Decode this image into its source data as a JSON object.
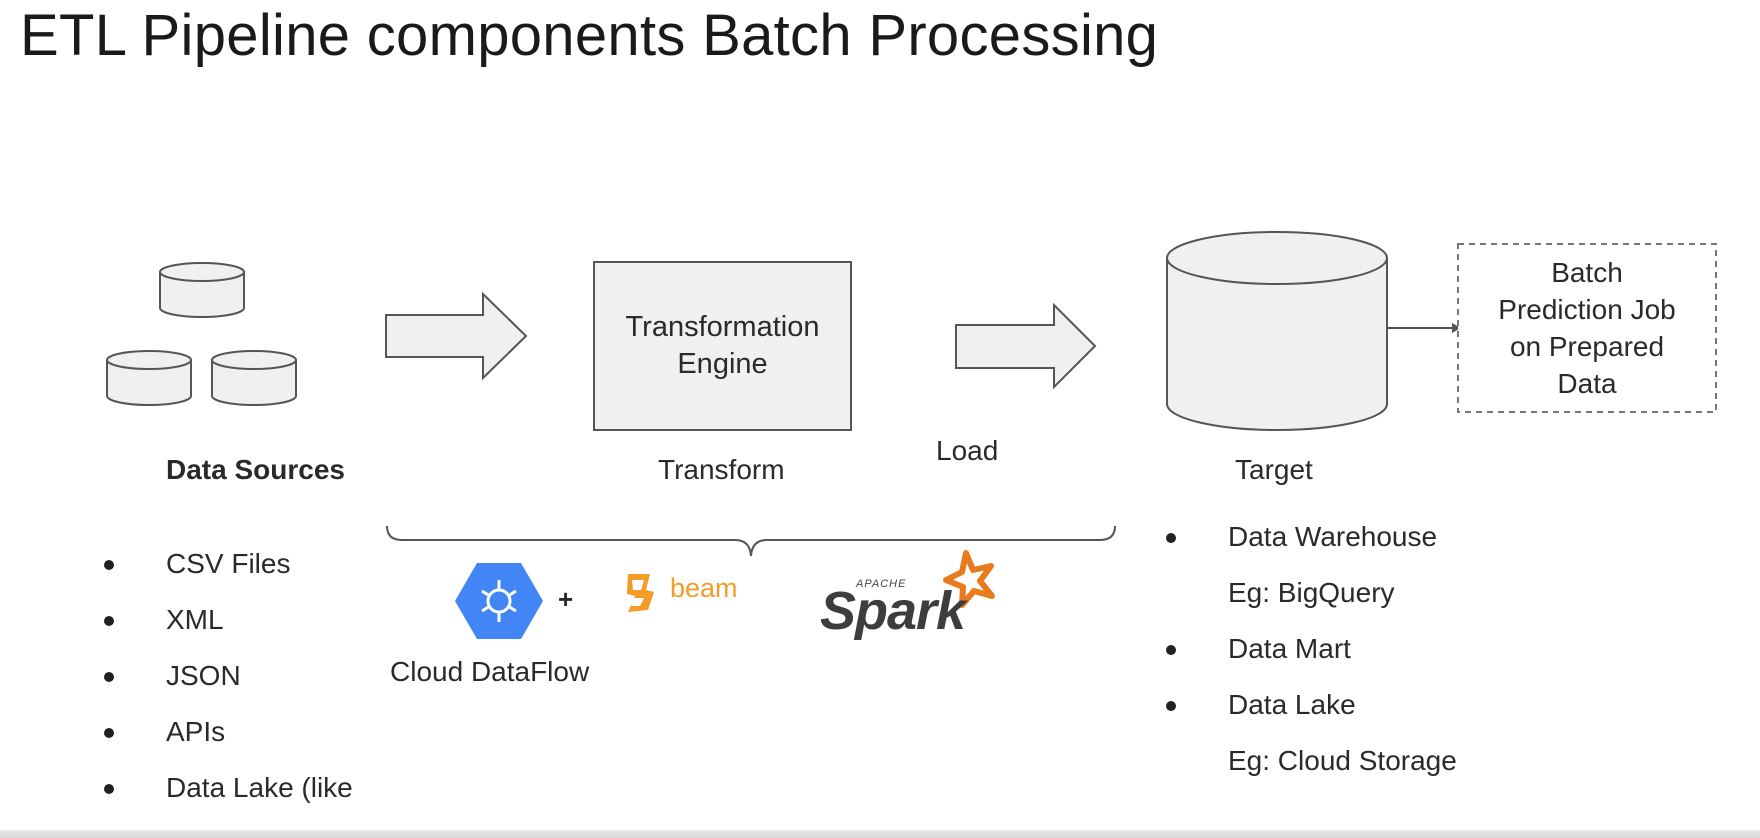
{
  "title": "ETL Pipeline components Batch Processing",
  "sources": {
    "label": "Data Sources",
    "items": [
      "CSV Files",
      "XML",
      "JSON",
      "APIs",
      "Data Lake (like"
    ]
  },
  "transform": {
    "box_label": "Transformation Engine",
    "caption": "Transform"
  },
  "load_label": "Load",
  "target": {
    "caption": "Target",
    "items": [
      {
        "text": "Data Warehouse",
        "bullet": true
      },
      {
        "text": "Eg: BigQuery",
        "bullet": false
      },
      {
        "text": "Data Mart",
        "bullet": true
      },
      {
        "text": "Data Lake",
        "bullet": true
      },
      {
        "text": "Eg: Cloud Storage",
        "bullet": false
      }
    ]
  },
  "batch_job": {
    "label_lines": [
      "Batch",
      "Prediction Job",
      "on Prepared",
      "Data"
    ]
  },
  "tools": {
    "dataflow_label": "Cloud DataFlow",
    "plus": "+",
    "beam_label": "beam",
    "spark_label": "Spark",
    "spark_apache": "APACHE"
  },
  "colors": {
    "shape_fill": "#f0f0f0",
    "shape_stroke": "#555555",
    "dataflow_blue": "#4285f4",
    "beam_orange": "#f39c28",
    "spark_orange": "#e87b1e"
  }
}
